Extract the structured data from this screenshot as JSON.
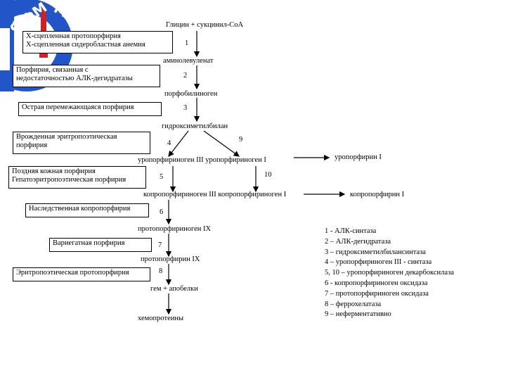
{
  "logo": {
    "text": "ФФМ МГУ"
  },
  "colors": {
    "logo_blue": "#2255c8",
    "logo_red": "#d42020"
  },
  "pathway": {
    "glycine": "Глицин + сукцинил-СоА",
    "ala": "аминолевуленат",
    "pbg": "порфобилиноген",
    "hmb": "гидроксиметилбилан",
    "uro": "уропорфириноген III  уропорфириноген I",
    "uro_side": "уропорфирин I",
    "copro": "копропорфириноген III  копропорфириноген I",
    "copro_side": "копропорфирин I",
    "proto_gen": "протопорфириноген IX",
    "proto": "протопорфирин IX",
    "heme": "гем + апобелки",
    "hemoproteins": "хемопротеины"
  },
  "steps": {
    "s1": "1",
    "s2": "2",
    "s3": "3",
    "s4": "4",
    "s9": "9",
    "s5": "5",
    "s10": "10",
    "s6": "6",
    "s7": "7",
    "s8": "8"
  },
  "diseases": {
    "xlinked_1": "Х-сцепленная протопорфирия",
    "xlinked_2": "Х-сцепленная сидеробластная анемия",
    "ala_d_1": "Порфирия, связанная с",
    "ala_d_2": "недостаточностью АЛК-дегидратазы",
    "acute": "Острая перемежающаяся порфирия",
    "cep_1": "Врожденная эритропоэтическая",
    "cep_2": "порфирия",
    "pct_1": "Поздняя кожная порфирия",
    "pct_2": "Гепатоэритропоэтическая порфирия",
    "hcp": "Наследственная копропорфирия",
    "variegate": "Вариегатная порфирия",
    "epp": "Эритропоэтическая протопорфирия"
  },
  "legend": [
    "1 - АЛК-синтаза",
    "2 – АЛК-дегидратаза",
    "3 – гидроксиметилбилансинтаза",
    "4 – уропорфириноген III - синтаза",
    "5, 10 – уропорфириноген декарбоксилаза",
    "6 - копропорфириноген оксидаза",
    "7 – протопорфириноген оксидаза",
    "8 – феррохелатаза",
    "9 – неферментативно"
  ]
}
